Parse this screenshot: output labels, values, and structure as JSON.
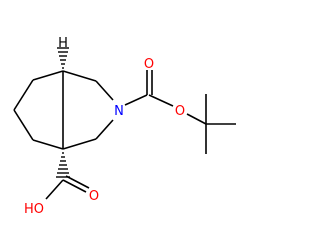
{
  "molecule": {
    "atoms": {
      "H": "H",
      "N": "N",
      "O_carbamate_carbonyl": "O",
      "O_carbamate_ester": "O",
      "OH": "HO",
      "O_acid_carbonyl": "O"
    },
    "colors": {
      "bond": "#000000",
      "nitrogen": "#0000ff",
      "oxygen": "#ff0000"
    }
  }
}
